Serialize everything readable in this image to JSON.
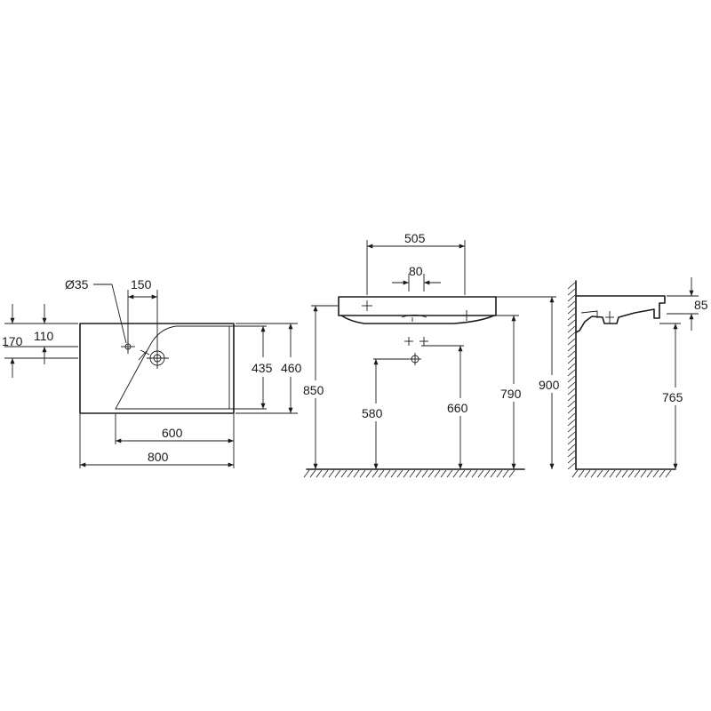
{
  "plan_view": {
    "dim_diameter": "Ø35",
    "dim_tap_offset": "150",
    "dim_left_upper": "110",
    "dim_left_lower": "170",
    "dim_inner_depth": "435",
    "dim_outer_depth": "460",
    "dim_bowl_width": "600",
    "dim_total_width": "800"
  },
  "front_view": {
    "dim_fixing_span": "505",
    "dim_fixing_gap": "80",
    "dim_rim_height": "850",
    "dim_bracket_low": "580",
    "dim_bracket_high": "660",
    "dim_underside": "790",
    "dim_top": "900"
  },
  "side_view": {
    "dim_rim_thickness": "85",
    "dim_drain_height": "765"
  }
}
